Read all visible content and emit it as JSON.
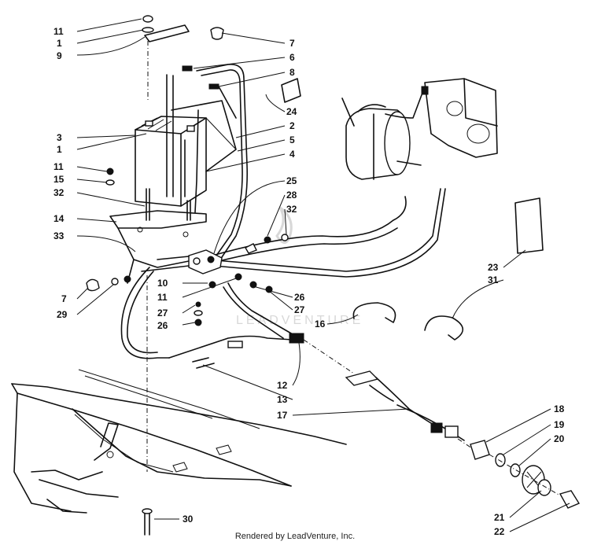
{
  "credit": "Rendered by LeadVenture, Inc.",
  "watermark": "LEADVENTURE",
  "callouts": [
    {
      "id": "c11a",
      "label": "11"
    },
    {
      "id": "c1a",
      "label": "1"
    },
    {
      "id": "c9",
      "label": "9"
    },
    {
      "id": "c3",
      "label": "3"
    },
    {
      "id": "c1b",
      "label": "1"
    },
    {
      "id": "c11b",
      "label": "11"
    },
    {
      "id": "c15",
      "label": "15"
    },
    {
      "id": "c32a",
      "label": "32"
    },
    {
      "id": "c14",
      "label": "14"
    },
    {
      "id": "c33",
      "label": "33"
    },
    {
      "id": "c7b",
      "label": "7"
    },
    {
      "id": "c29",
      "label": "29"
    },
    {
      "id": "c7a",
      "label": "7"
    },
    {
      "id": "c6",
      "label": "6"
    },
    {
      "id": "c8",
      "label": "8"
    },
    {
      "id": "c24",
      "label": "24"
    },
    {
      "id": "c2",
      "label": "2"
    },
    {
      "id": "c5",
      "label": "5"
    },
    {
      "id": "c4",
      "label": "4"
    },
    {
      "id": "c25",
      "label": "25"
    },
    {
      "id": "c28",
      "label": "28"
    },
    {
      "id": "c32b",
      "label": "32"
    },
    {
      "id": "c10",
      "label": "10"
    },
    {
      "id": "c11c",
      "label": "11"
    },
    {
      "id": "c27a",
      "label": "27"
    },
    {
      "id": "c26a",
      "label": "26"
    },
    {
      "id": "c26b",
      "label": "26"
    },
    {
      "id": "c27b",
      "label": "27"
    },
    {
      "id": "c16",
      "label": "16"
    },
    {
      "id": "c23",
      "label": "23"
    },
    {
      "id": "c31",
      "label": "31"
    },
    {
      "id": "c12",
      "label": "12"
    },
    {
      "id": "c13",
      "label": "13"
    },
    {
      "id": "c17",
      "label": "17"
    },
    {
      "id": "c18",
      "label": "18"
    },
    {
      "id": "c19",
      "label": "19"
    },
    {
      "id": "c20",
      "label": "20"
    },
    {
      "id": "c21",
      "label": "21"
    },
    {
      "id": "c22",
      "label": "22"
    },
    {
      "id": "c30",
      "label": "30"
    }
  ]
}
